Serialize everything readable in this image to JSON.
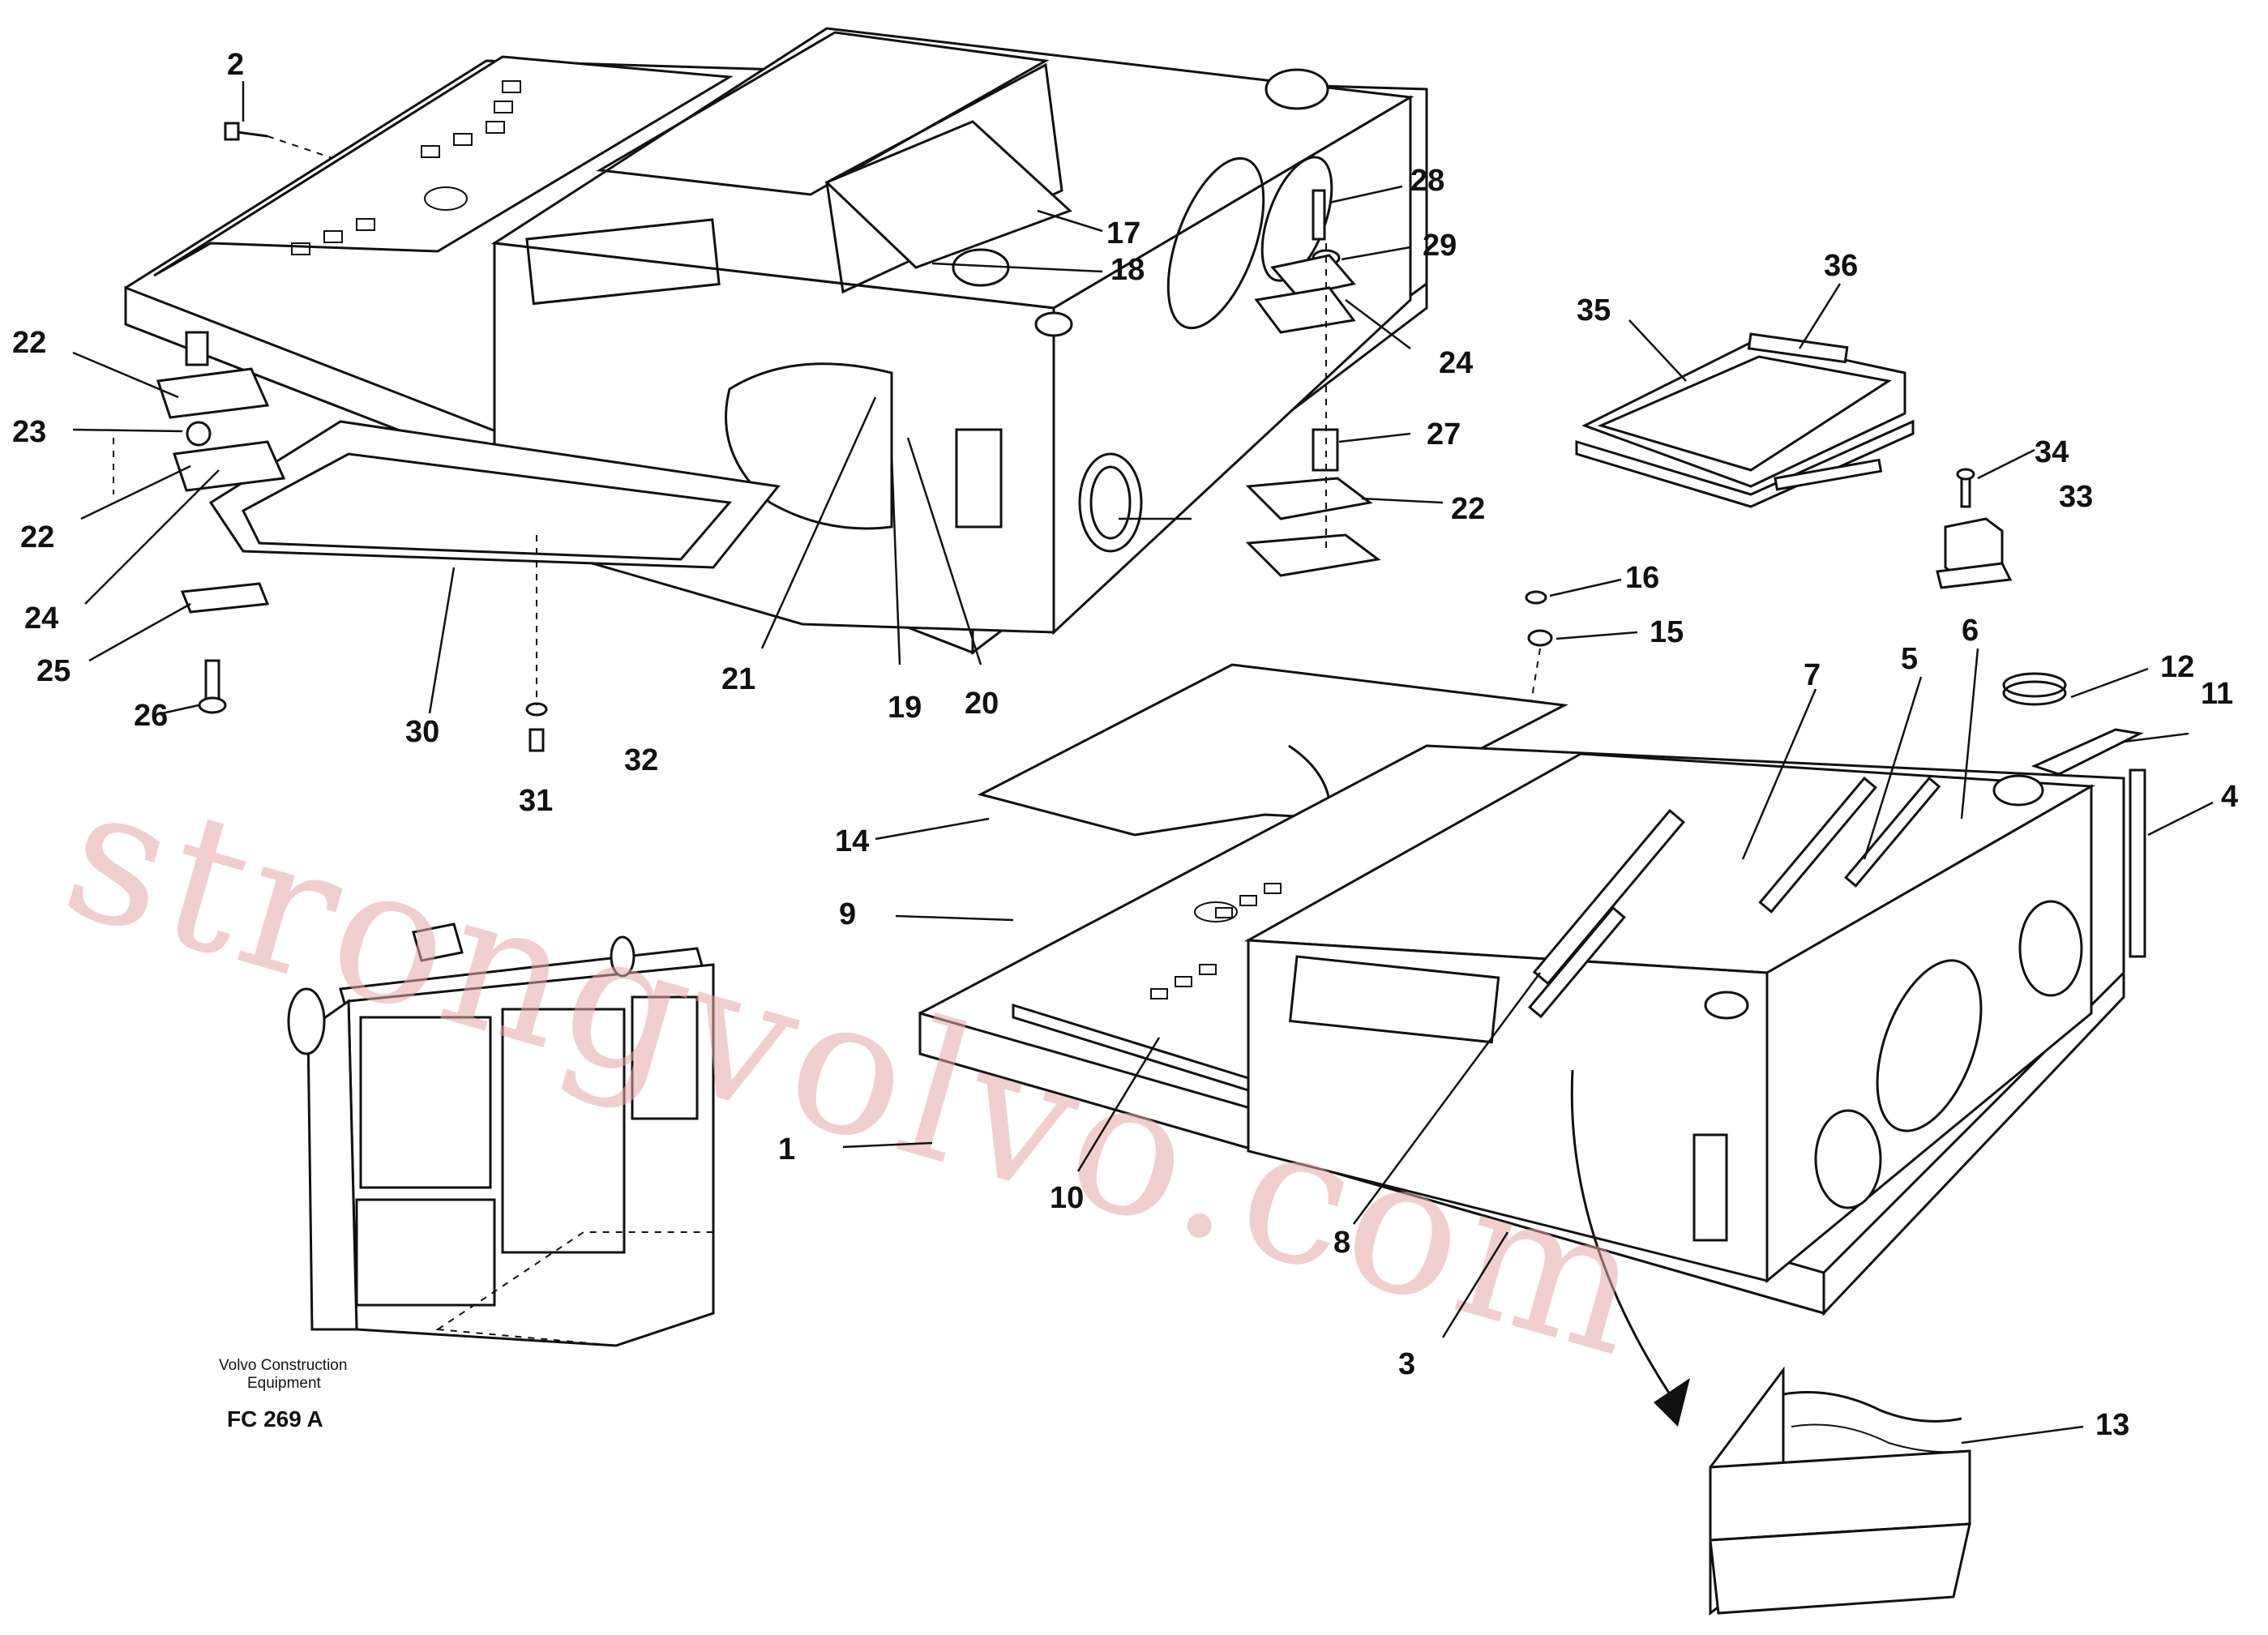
{
  "caption": {
    "brand_line1": "Volvo Construction",
    "brand_line2": "Equipment",
    "figure_id": "FC 269 A"
  },
  "watermark": "strongvolvo.com",
  "callouts": {
    "c1": "1",
    "c2": "2",
    "c3": "3",
    "c4": "4",
    "c5": "5",
    "c6": "6",
    "c7": "7",
    "c8": "8",
    "c9": "9",
    "c10": "10",
    "c11": "11",
    "c12": "12",
    "c13": "13",
    "c14": "14",
    "c15": "15",
    "c16": "16",
    "c17": "17",
    "c18": "18",
    "c19": "19",
    "c20": "20",
    "c21": "21",
    "c22a": "22",
    "c22b": "22",
    "c22c": "22",
    "c23": "23",
    "c24a": "24",
    "c24b": "24",
    "c25": "25",
    "c26": "26",
    "c27": "27",
    "c28": "28",
    "c29": "29",
    "c30": "30",
    "c31": "31",
    "c32": "32",
    "c33": "33",
    "c34": "34",
    "c35": "35",
    "c36": "36"
  }
}
